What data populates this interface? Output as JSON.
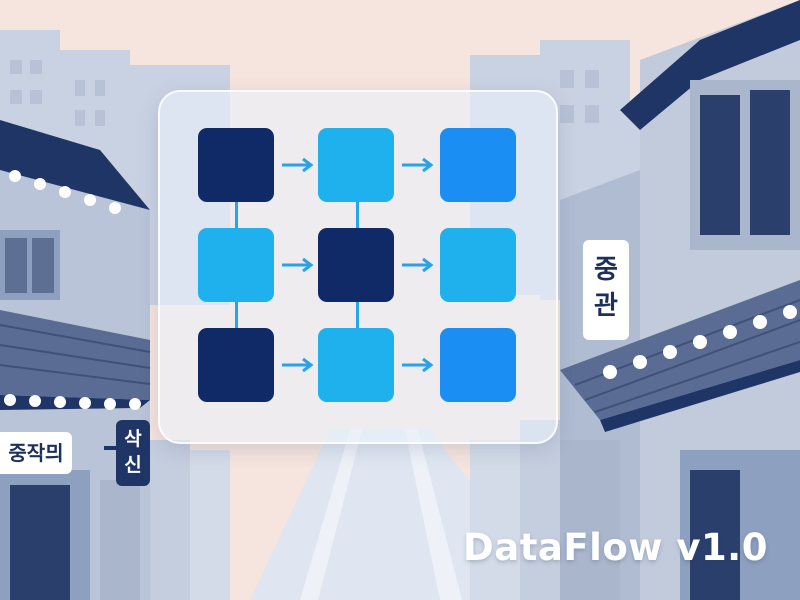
{
  "product": {
    "title": "DataFlow v1.0"
  },
  "signs": {
    "right_vertical": [
      "중",
      "관"
    ],
    "left_horizontal": "중작믜",
    "left_vertical": [
      "삭",
      "신"
    ]
  },
  "grid": {
    "rows": [
      [
        "dark",
        "light",
        "medium"
      ],
      [
        "light",
        "dark",
        "light"
      ],
      [
        "dark",
        "light",
        "medium"
      ]
    ]
  },
  "colors": {
    "node_dark": "#0f2a66",
    "node_light": "#1fb0ee",
    "node_medium": "#1a8ef2",
    "connector": "#29a3e8",
    "background": "#f6e4de"
  },
  "icons": [
    "arrow-right-icon"
  ]
}
